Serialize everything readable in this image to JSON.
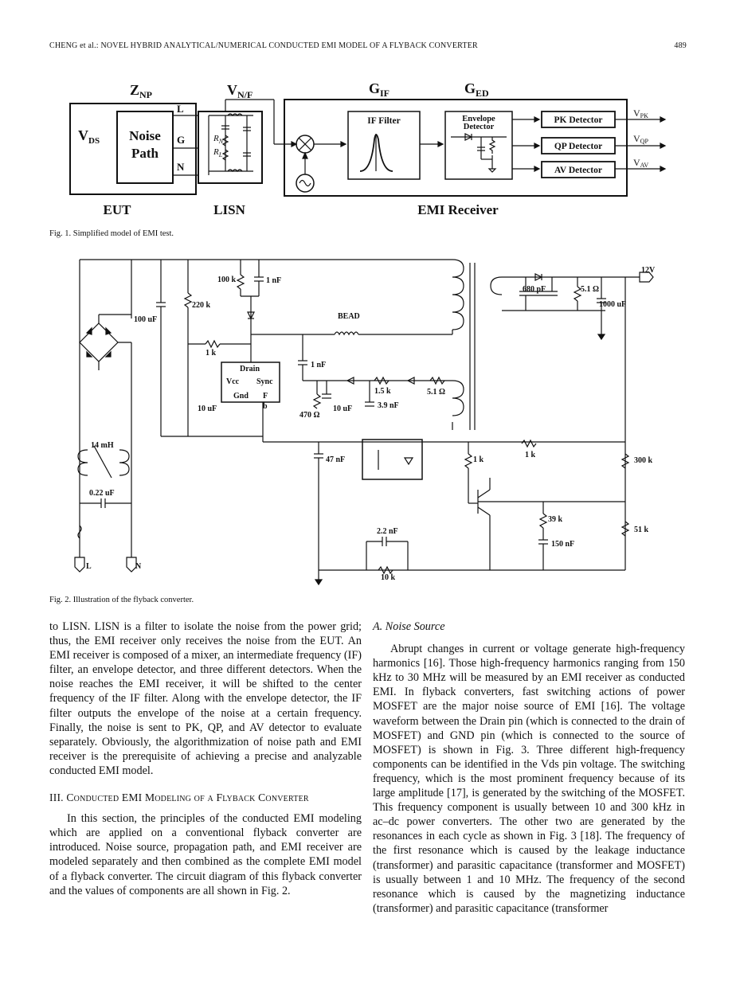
{
  "header": {
    "running_title": "CHENG et al.: NOVEL HYBRID ANALYTICAL/NUMERICAL CONDUCTED EMI MODEL OF A FLYBACK CONVERTER",
    "page_number": "489"
  },
  "fig1": {
    "caption": "Fig. 1.   Simplified model of EMI test.",
    "labels": {
      "znp": "Z",
      "znp_sub": "NP",
      "vnf": "V",
      "vnf_sub": "N/F",
      "gif": "G",
      "gif_sub": "IF",
      "ged": "G",
      "ged_sub": "ED",
      "vds": "V",
      "vds_sub": "DS",
      "noise1": "Noise",
      "noise2": "Path",
      "l": "L",
      "g": "G",
      "n": "N",
      "rn": "R",
      "rn_sub": "N",
      "rl": "R",
      "rl_sub": "L",
      "if_filter": "IF Filter",
      "env1": "Envelope",
      "env2": "Detector",
      "pk": "PK Detector",
      "qp": "QP Detector",
      "av": "AV Detector",
      "vpk": "V",
      "vpk_sub": "PK",
      "vqp": "V",
      "vqp_sub": "QP",
      "vav": "V",
      "vav_sub": "AV",
      "eut": "EUT",
      "lisn": "LISN",
      "receiver": "EMI Receiver"
    }
  },
  "fig2": {
    "caption": "Fig. 2.   Illustration of the flyback converter.",
    "labels": {
      "c100k": "100 k",
      "c1nf_top": "1 nF",
      "c100uf": "100 uF",
      "r220k": "220 k",
      "bead": "BEAD",
      "r1k_a": "1 k",
      "drain": "Drain",
      "vcc": "Vcc",
      "sync": "Sync",
      "gnd": "Gnd",
      "f": "F",
      "b": "b",
      "c10uf_a": "10 uF",
      "c1nf_mid": "1 nF",
      "r470": "470 Ω",
      "c10uf_b": "10 uF",
      "r15k": "1.5 k",
      "c39nf": "3.9 nF",
      "r51_b": "5.1 Ω",
      "c680": "680 pF",
      "r51_a": "5.1 Ω",
      "c1000": "1000 uF",
      "v12": "12V",
      "l14": "14 mH",
      "c022": "0.22 uF",
      "c47": "47 nF",
      "r1k_b": "1 k",
      "r1k_c": "1 k",
      "r300k": "300 k",
      "r39k": "39 k",
      "c150": "150 nF",
      "r51k": "51 k",
      "c22nf": "2.2 nF",
      "r10k": "10 k",
      "pin_l": "L",
      "pin_n": "N"
    }
  },
  "body": {
    "left_p1": "to LISN. LISN is a filter to isolate the noise from the power grid; thus, the EMI receiver only receives the noise from the EUT. An EMI receiver is composed of a mixer, an intermediate frequency (IF) filter, an envelope detector, and three different detectors. When the noise reaches the EMI receiver, it will be shifted to the center frequency of the IF filter. Along with the envelope detector, the IF filter outputs the envelope of the noise at a certain frequency. Finally, the noise is sent to PK, QP, and AV detector to evaluate separately. Obviously, the algorithmization of noise path and EMI receiver is the prerequisite of achieving a precise and analyzable conducted EMI model.",
    "section_title": "III. Conducted EMI Modeling of a Flyback Converter",
    "left_p2": "In this section, the principles of the conducted EMI modeling which are applied on a conventional flyback converter are introduced. Noise source, propagation path, and EMI receiver are modeled separately and then combined as the complete EMI model of a flyback converter. The circuit diagram of this flyback converter and the values of components are all shown in Fig. 2.",
    "subsection_title": "A.  Noise Source",
    "right_p1": "Abrupt changes in current or voltage generate high-frequency harmonics [16]. Those high-frequency harmonics ranging from 150 kHz to 30 MHz will be measured by an EMI receiver as conducted EMI. In flyback converters, fast switching actions of power MOSFET are the major noise source of EMI [16]. The voltage waveform between the Drain pin (which is connected to the drain of MOSFET) and GND pin (which is connected to the source of MOSFET) is shown in Fig. 3. Three different high-frequency components can be identified in the Vds pin voltage. The switching frequency, which is the most prominent frequency because of its large amplitude [17], is generated by the switching of the MOSFET. This frequency component is usually between 10 and 300 kHz in ac–dc power converters. The other two are generated by the resonances in each cycle as shown in Fig. 3 [18]. The frequency of the first resonance which is caused by the leakage inductance (transformer) and parasitic capacitance (transformer and MOSFET) is usually between 1 and 10 MHz. The frequency of the second resonance which is caused by the magnetizing inductance (transformer) and parasitic capacitance (transformer"
  }
}
